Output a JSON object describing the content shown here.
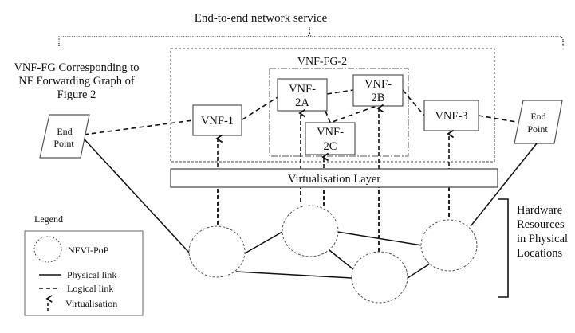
{
  "title": "End-to-end network service",
  "vnf_fg_label": [
    "VNF-FG Corresponding to",
    "NF Forwarding Graph of",
    "Figure 2"
  ],
  "vnf_fg_2_label": "VNF-FG-2",
  "nodes": {
    "vnf1": [
      "VNF-1"
    ],
    "vnf2a": [
      "VNF-",
      "2A"
    ],
    "vnf2b": [
      "VNF-",
      "2B"
    ],
    "vnf2c": [
      "VNF-",
      "2C"
    ],
    "vnf3": [
      "VNF-3"
    ],
    "endpoint_left": [
      "End",
      "Point"
    ],
    "endpoint_right": [
      "End",
      "Point"
    ]
  },
  "virtualisation_layer": "Virtualisation Layer",
  "hardware_label": [
    "Hardware",
    "Resources",
    "in Physical",
    "Locations"
  ],
  "legend": {
    "title": "Legend",
    "items": [
      {
        "icon": "dashed-circle",
        "label": "NFVI-PoP"
      },
      {
        "icon": "solid-line",
        "label": "Physical link"
      },
      {
        "icon": "dashed-line",
        "label": "Logical link"
      },
      {
        "icon": "dashed-arrow-up",
        "label": "Virtualisation"
      }
    ]
  }
}
